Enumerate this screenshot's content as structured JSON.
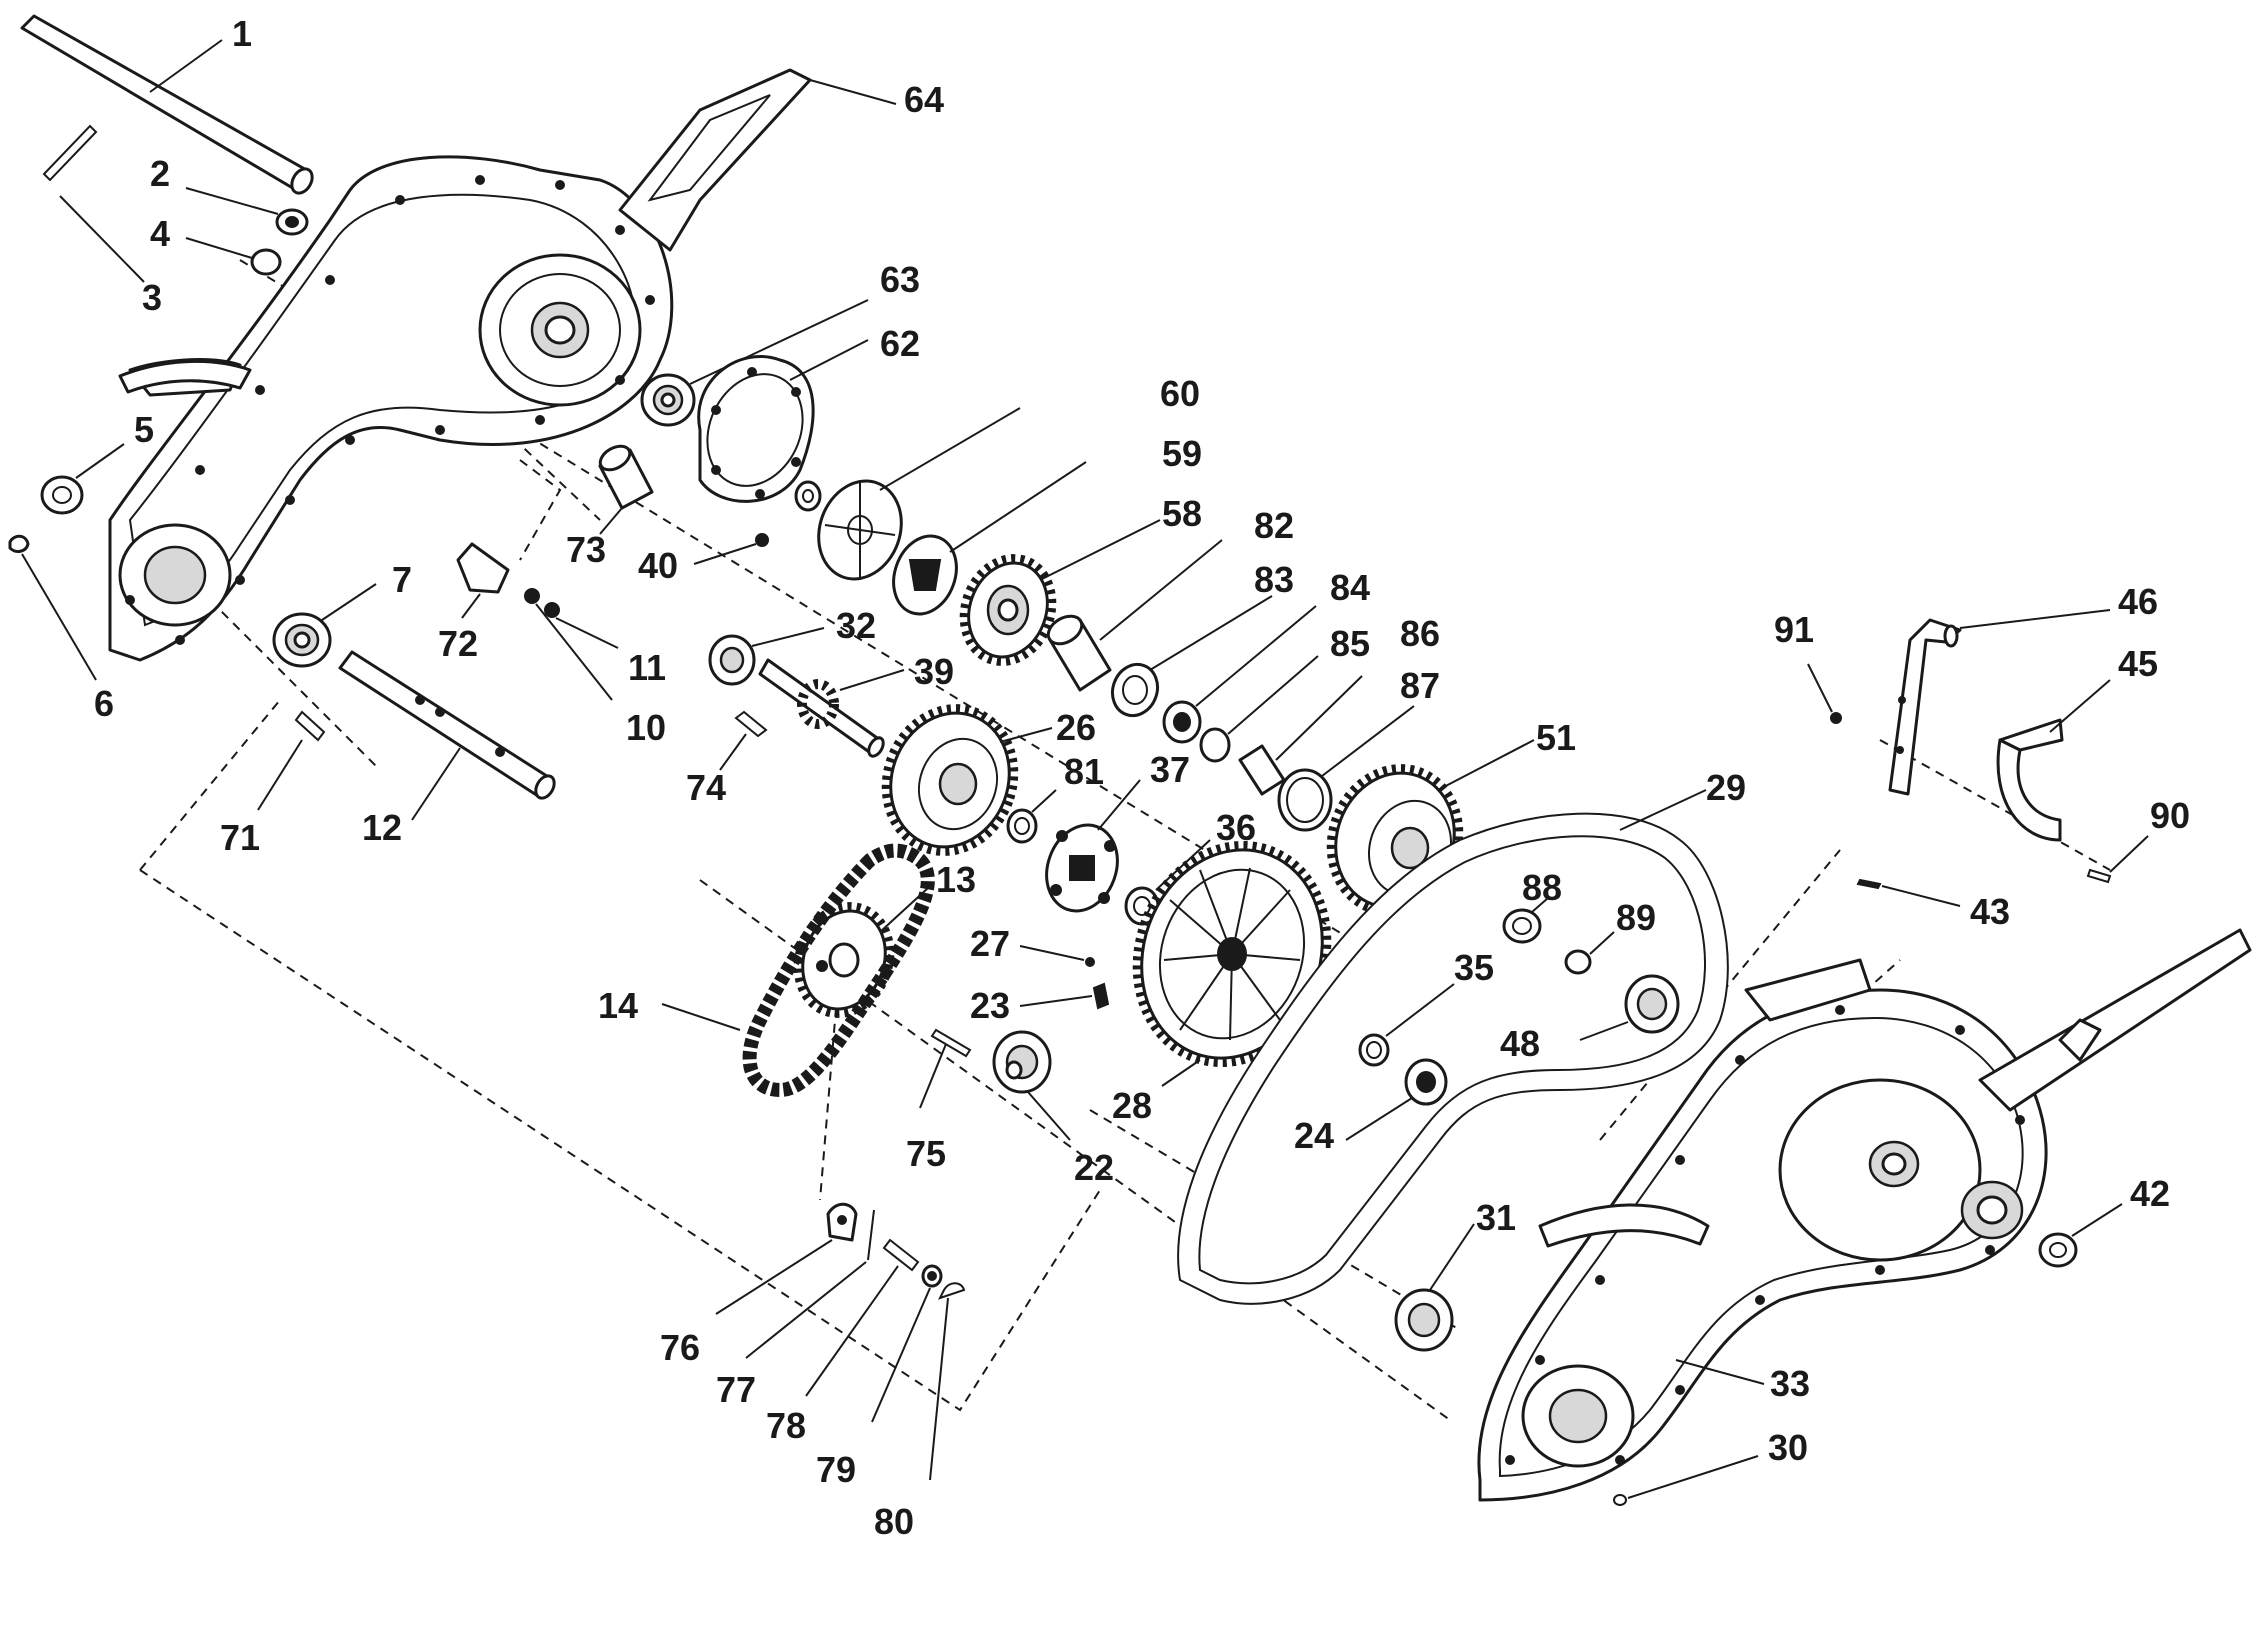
{
  "callouts": {
    "c1": "1",
    "c2": "2",
    "c3": "3",
    "c4": "4",
    "c5": "5",
    "c6": "6",
    "c7": "7",
    "c10": "10",
    "c11": "11",
    "c12": "12",
    "c13": "13",
    "c14": "14",
    "c22": "22",
    "c23": "23",
    "c24": "24",
    "c26": "26",
    "c27": "27",
    "c28": "28",
    "c29": "29",
    "c30": "30",
    "c31": "31",
    "c32": "32",
    "c33": "33",
    "c35": "35",
    "c36": "36",
    "c37": "37",
    "c39": "39",
    "c40": "40",
    "c42": "42",
    "c43": "43",
    "c45": "45",
    "c46": "46",
    "c48": "48",
    "c51": "51",
    "c58": "58",
    "c59": "59",
    "c60": "60",
    "c62": "62",
    "c63": "63",
    "c64": "64",
    "c71": "71",
    "c72": "72",
    "c73": "73",
    "c74": "74",
    "c75": "75",
    "c76": "76",
    "c77": "77",
    "c78": "78",
    "c79": "79",
    "c80": "80",
    "c81": "81",
    "c82": "82",
    "c83": "83",
    "c84": "84",
    "c85": "85",
    "c86": "86",
    "c87": "87",
    "c88": "88",
    "c89": "89",
    "c90": "90",
    "c91": "91"
  }
}
